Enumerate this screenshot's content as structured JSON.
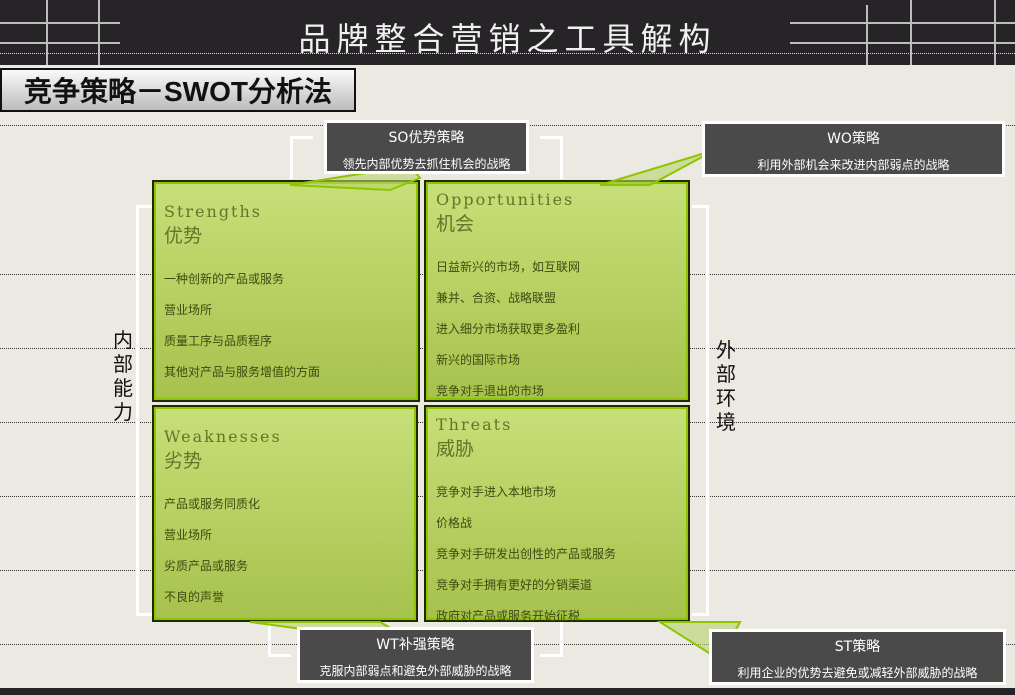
{
  "header": {
    "title": "品牌整合营销之工具解构"
  },
  "section_title": "竞争策略－SWOT分析法",
  "side_labels": {
    "internal": "内部能力",
    "external": "外部环境"
  },
  "quadrants": {
    "strengths": {
      "en": "Strengths",
      "zh": "优势",
      "items": [
        "一种创新的产品或服务",
        "营业场所",
        "质量工序与品质程序",
        "其他对产品与服务增值的方面"
      ]
    },
    "opportunities": {
      "en": "Opportunities",
      "zh": "机会",
      "items": [
        "日益新兴的市场，如互联网",
        "兼并、合资、战略联盟",
        "进入细分市场获取更多盈利",
        "新兴的国际市场",
        "竞争对手退出的市场"
      ]
    },
    "weaknesses": {
      "en": "Weaknesses",
      "zh": "劣势",
      "items": [
        "产品或服务同质化",
        "营业场所",
        "劣质产品或服务",
        "不良的声誉"
      ]
    },
    "threats": {
      "en": "Threats",
      "zh": "威胁",
      "items": [
        "竞争对手进入本地市场",
        "价格战",
        "竞争对手研发出创性的产品或服务",
        "竞争对手拥有更好的分销渠道",
        "政府对产品或服务开始征税"
      ]
    }
  },
  "callouts": {
    "so": {
      "title": "SO优势策略",
      "desc": "领先内部优势去抓住机会的战略"
    },
    "wo": {
      "title": "WO策略",
      "desc": "利用外部机会来改进内部弱点的战略"
    },
    "wt": {
      "title": "WT补强策略",
      "desc": "克服内部弱点和避免外部威胁的战略"
    },
    "st": {
      "title": "ST策略",
      "desc": "利用企业的优势去避免或减轻外部威胁的战略"
    }
  },
  "colors": {
    "quadrant_fill": "#bcd66a",
    "quadrant_outline": "#8fc400",
    "callout_bg": "#4a4a4a",
    "header_bg": "#262426"
  }
}
